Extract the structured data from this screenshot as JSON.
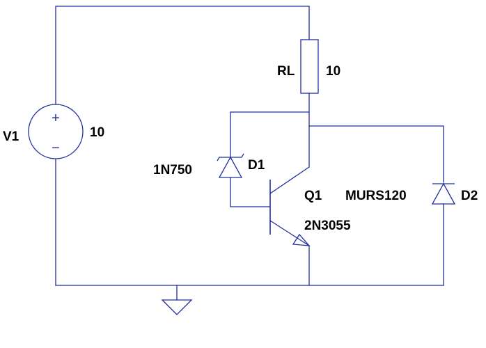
{
  "schematic": {
    "colors": {
      "wire": "#1f2e9e",
      "label": "#000000",
      "background": "#ffffff"
    },
    "v1": {
      "name": "V1",
      "value": "10",
      "plus_symbol": "+",
      "minus_symbol": "−"
    },
    "rl": {
      "name": "RL",
      "value": "10"
    },
    "d1": {
      "name": "D1",
      "model": "1N750"
    },
    "q1": {
      "name": "Q1",
      "model": "2N3055"
    },
    "d2": {
      "name": "D2",
      "model": "MURS120"
    },
    "ground": {
      "icon": "ground-icon"
    }
  }
}
